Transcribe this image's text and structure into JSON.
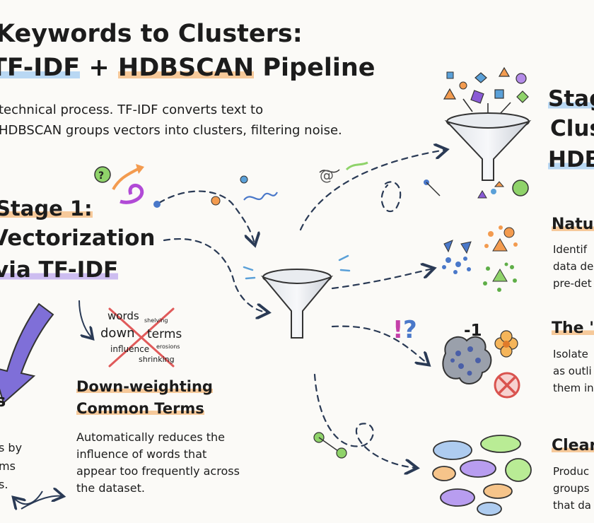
{
  "header": {
    "title_line1": "Keywords to Clusters:",
    "title_line2_part1": "TF-IDF",
    "title_line2_part2": " + ",
    "title_line2_part3": "HDBSCAN",
    "title_line2_part4": " Pipeline",
    "intro_line1": "technical process. TF-IDF converts text to",
    "intro_line2": "HDBSCAN groups vectors into clusters, filtering noise."
  },
  "stage1": {
    "label": "Stage 1:",
    "title_line1": "Vectorization",
    "title_line2": "via TF-IDF",
    "left_label": "s",
    "left_desc": [
      "s by",
      "ms",
      "s."
    ],
    "word_cloud": [
      "words",
      "shelving",
      "down",
      "terms",
      "influence",
      "erosions",
      "shrinking"
    ],
    "downweight_head_line1": "Down-weighting",
    "downweight_head_line2": "Common Terms",
    "downweight_desc": [
      "Automatically reduces the",
      "influence of words that",
      "appear too frequently across",
      "the dataset."
    ]
  },
  "stage2": {
    "label": "Stag",
    "line2": "Clus",
    "line3": "HDB",
    "natural": {
      "head": "Natur",
      "desc": [
        "Identif",
        "data de",
        "pre-det"
      ]
    },
    "noise": {
      "head": "The \"",
      "desc": [
        "Isolate",
        "as outli",
        "them in"
      ]
    },
    "clear": {
      "head": "Clear",
      "desc": [
        "Produc",
        "groups",
        "that da"
      ]
    },
    "noise_label": "-1"
  },
  "icons": {
    "funnel-main": "funnel-icon",
    "funnel-top": "funnel-with-shapes-icon",
    "question": "question-mark-icon",
    "exclaim-question": "exclaim-question-icon",
    "noise-blob": "noise-blob-icon",
    "reject": "x-circle-icon",
    "flower": "flower-icon",
    "speech-bubbles": "speech-bubbles-icon"
  },
  "colors": {
    "orange": "#f39b4f",
    "blue": "#4a78c9",
    "purple": "#8a5bd6",
    "green": "#5fae48",
    "red": "#d9534f",
    "ink": "#1c1c1c"
  }
}
